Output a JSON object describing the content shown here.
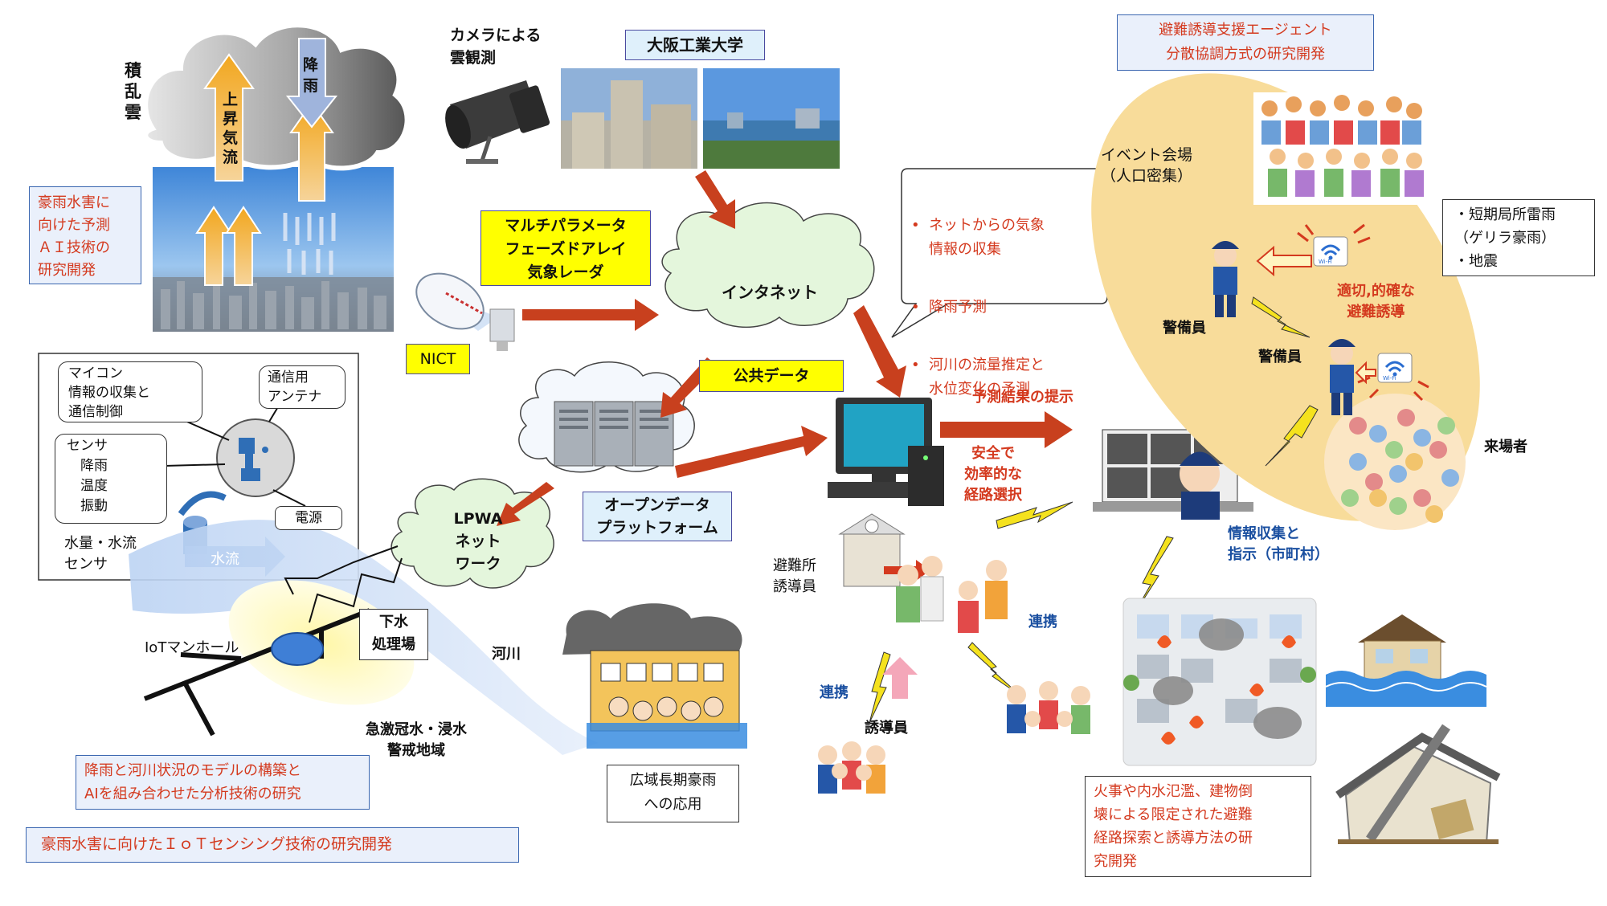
{
  "top_left": {
    "cloud_label": "積乱雲",
    "updraft_label": "上昇気流",
    "rain_label": "降雨",
    "ai_box": "豪雨水害に\n向けた予測\nＡＩ技術の\n研究開発"
  },
  "camera": {
    "label": "カメラによる\n雲観測",
    "university": "大阪工業大学"
  },
  "radar": {
    "label": "マルチパラメータ\nフェーズドアレイ\n気象レーダ",
    "nict": "NICT"
  },
  "network": {
    "internet": "インタネット",
    "public_data": "公共データ",
    "open_data": "オープンデータ\nプラットフォーム",
    "lpwa": "LPWA\nネット\nワーク"
  },
  "sensor_panel": {
    "microcontroller": "マイコン\n情報の収集と\n通信制御",
    "antenna": "通信用\nアンテナ",
    "sensor": "センサ\n　降雨\n　温度\n　振動",
    "power": "電源",
    "water_sensor": "水量・水流\nセンサ",
    "water_flow": "水流"
  },
  "river_area": {
    "manhole": "IoTマンホール",
    "treatment_plant": "下水\n処理場",
    "river": "河川",
    "flood_zone": "急激冠水・浸水\n警戒地域",
    "model_box": "降雨と河川状況のモデルの構築と\nAIを組み合わせた分析技術の研究",
    "iot_box": "豪雨水害に向けたＩｏＴセンシング技術の研究開発",
    "long_rain_box": "広域長期豪雨\nへの応用"
  },
  "prediction": {
    "bullets": [
      "ネットからの気象\n情報の収集",
      "降雨予測",
      "河川の流量推定と\n水位変化の予測"
    ],
    "result": "予測結果の提示",
    "route": "安全で\n効率的な\n経路選択"
  },
  "evacuation": {
    "agent_box": "避難誘導支援エージェント\n分散協調方式の研究開発",
    "event_venue": "イベント会場\n（人口密集）",
    "hazards": "・短期局所雷雨\n（ゲリラ豪雨）\n・地震",
    "guard1": "警備員",
    "guard2": "警備員",
    "proper_guidance": "適切,的確な\n避難誘導",
    "visitors": "来場者",
    "info_collect": "情報収集と\n指示（市町村）",
    "shelter_guide": "避難所\n誘導員",
    "cooperation1": "連携",
    "cooperation2": "連携",
    "guide": "誘導員",
    "fire_box": "火事や内水氾濫、建物倒\n壊による限定された避難\n経路探索と誘導方法の研\n究開発",
    "wifi": "Wi-Fi"
  },
  "colors": {
    "arrow_red": "#c8401e",
    "yellow_box": "#ffff00",
    "light_blue_box": "#dff0fb",
    "venue_ellipse": "#f8dc9a",
    "cloud_green": "#e4f6dc"
  }
}
